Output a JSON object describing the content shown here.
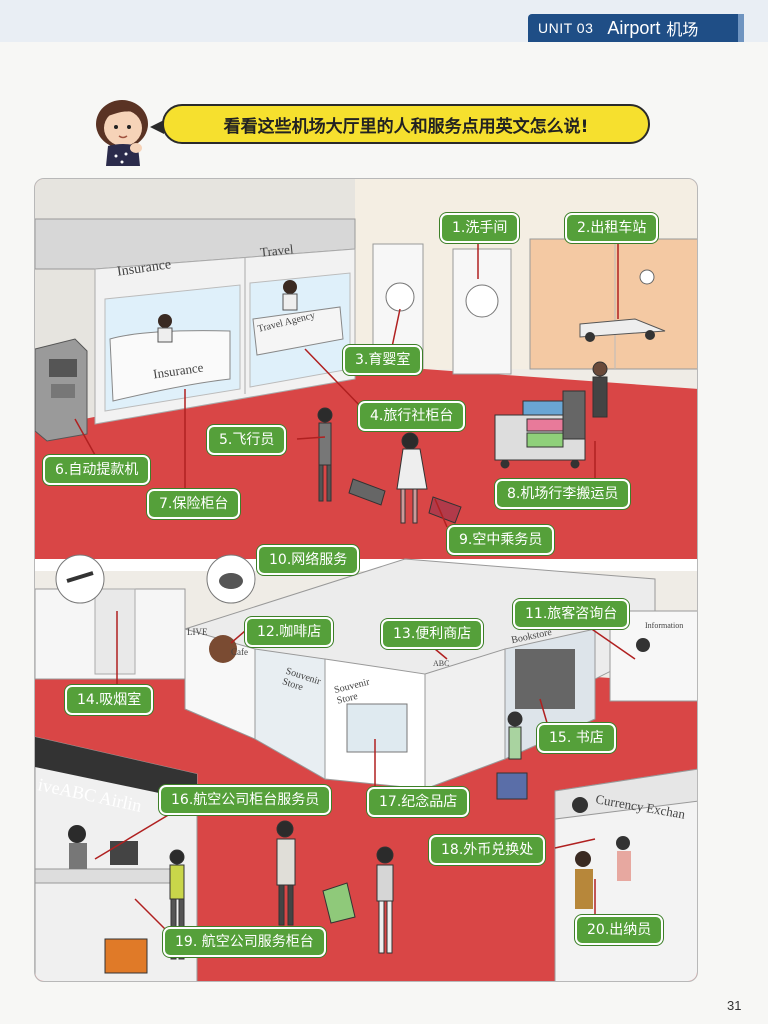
{
  "header": {
    "unit": "UNIT 03",
    "topic": "Airport",
    "topic_cn": "机场"
  },
  "intro": {
    "text": "看看这些机场大厅里的人和服务点用英文怎么说!"
  },
  "signs": {
    "insurance_top": "Insurance",
    "travel_top": "Travel",
    "travel_agency": "Travel Agency",
    "insurance_desk": "Insurance",
    "live_cafe_live": "LIVE",
    "live_cafe_cafe": "Cafe",
    "souvenir_store_1": "Souvenir Store",
    "souvenir_store_2": "Souvenir Store",
    "bookstore": "Bookstore",
    "abc": "ABC",
    "information": "Information",
    "airline": "iveABC Airlin",
    "currency_exchange": "Currency Exchan"
  },
  "labels": [
    {
      "id": "1",
      "text": "1.洗手间"
    },
    {
      "id": "2",
      "text": "2.出租车站"
    },
    {
      "id": "3",
      "text": "3.育婴室"
    },
    {
      "id": "4",
      "text": "4.旅行社柜台"
    },
    {
      "id": "5",
      "text": "5.飞行员"
    },
    {
      "id": "6",
      "text": "6.自动提款机"
    },
    {
      "id": "7",
      "text": "7.保险柜台"
    },
    {
      "id": "8",
      "text": "8.机场行李搬运员"
    },
    {
      "id": "9",
      "text": "9.空中乘务员"
    },
    {
      "id": "10",
      "text": "10.网络服务"
    },
    {
      "id": "11",
      "text": "11.旅客咨询台"
    },
    {
      "id": "12",
      "text": "12.咖啡店"
    },
    {
      "id": "13",
      "text": "13.便利商店"
    },
    {
      "id": "14",
      "text": "14.吸烟室"
    },
    {
      "id": "15",
      "text": "15. 书店"
    },
    {
      "id": "16",
      "text": "16.航空公司柜台服务员"
    },
    {
      "id": "17",
      "text": "17.纪念品店"
    },
    {
      "id": "18",
      "text": "18.外币兑换处"
    },
    {
      "id": "19",
      "text": "19. 航空公司服务柜台"
    },
    {
      "id": "20",
      "text": "20.出纳员"
    }
  ],
  "page_number": "31",
  "colors": {
    "header_tab": "#1f4e86",
    "bubble": "#f6e02e",
    "label_green": "#55a03a",
    "floor_red": "#d94646"
  }
}
